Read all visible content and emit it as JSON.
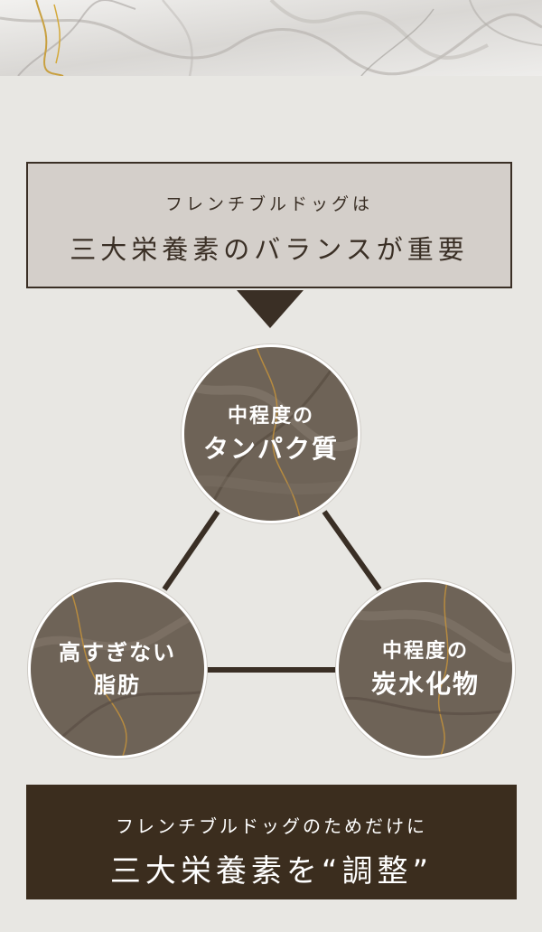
{
  "header": {
    "subtitle": "フレンチブルドッグは",
    "title": "三大栄養素のバランスが重要"
  },
  "nutrients": [
    {
      "line1": "中程度の",
      "line2": "タンパク質"
    },
    {
      "line1": "高すぎない",
      "line2": "脂肪"
    },
    {
      "line1": "中程度の",
      "line2": "炭水化物"
    }
  ],
  "footer": {
    "subtitle": "フレンチブルドッグのためだけに",
    "title": "三大栄養素を“調整”"
  },
  "colors": {
    "background": "#e8e7e3",
    "headline_box": "#d4cfca",
    "dark_brown": "#3a2f25",
    "footer_bg": "#3b2d1e",
    "circle_marble": "#6e6357"
  }
}
